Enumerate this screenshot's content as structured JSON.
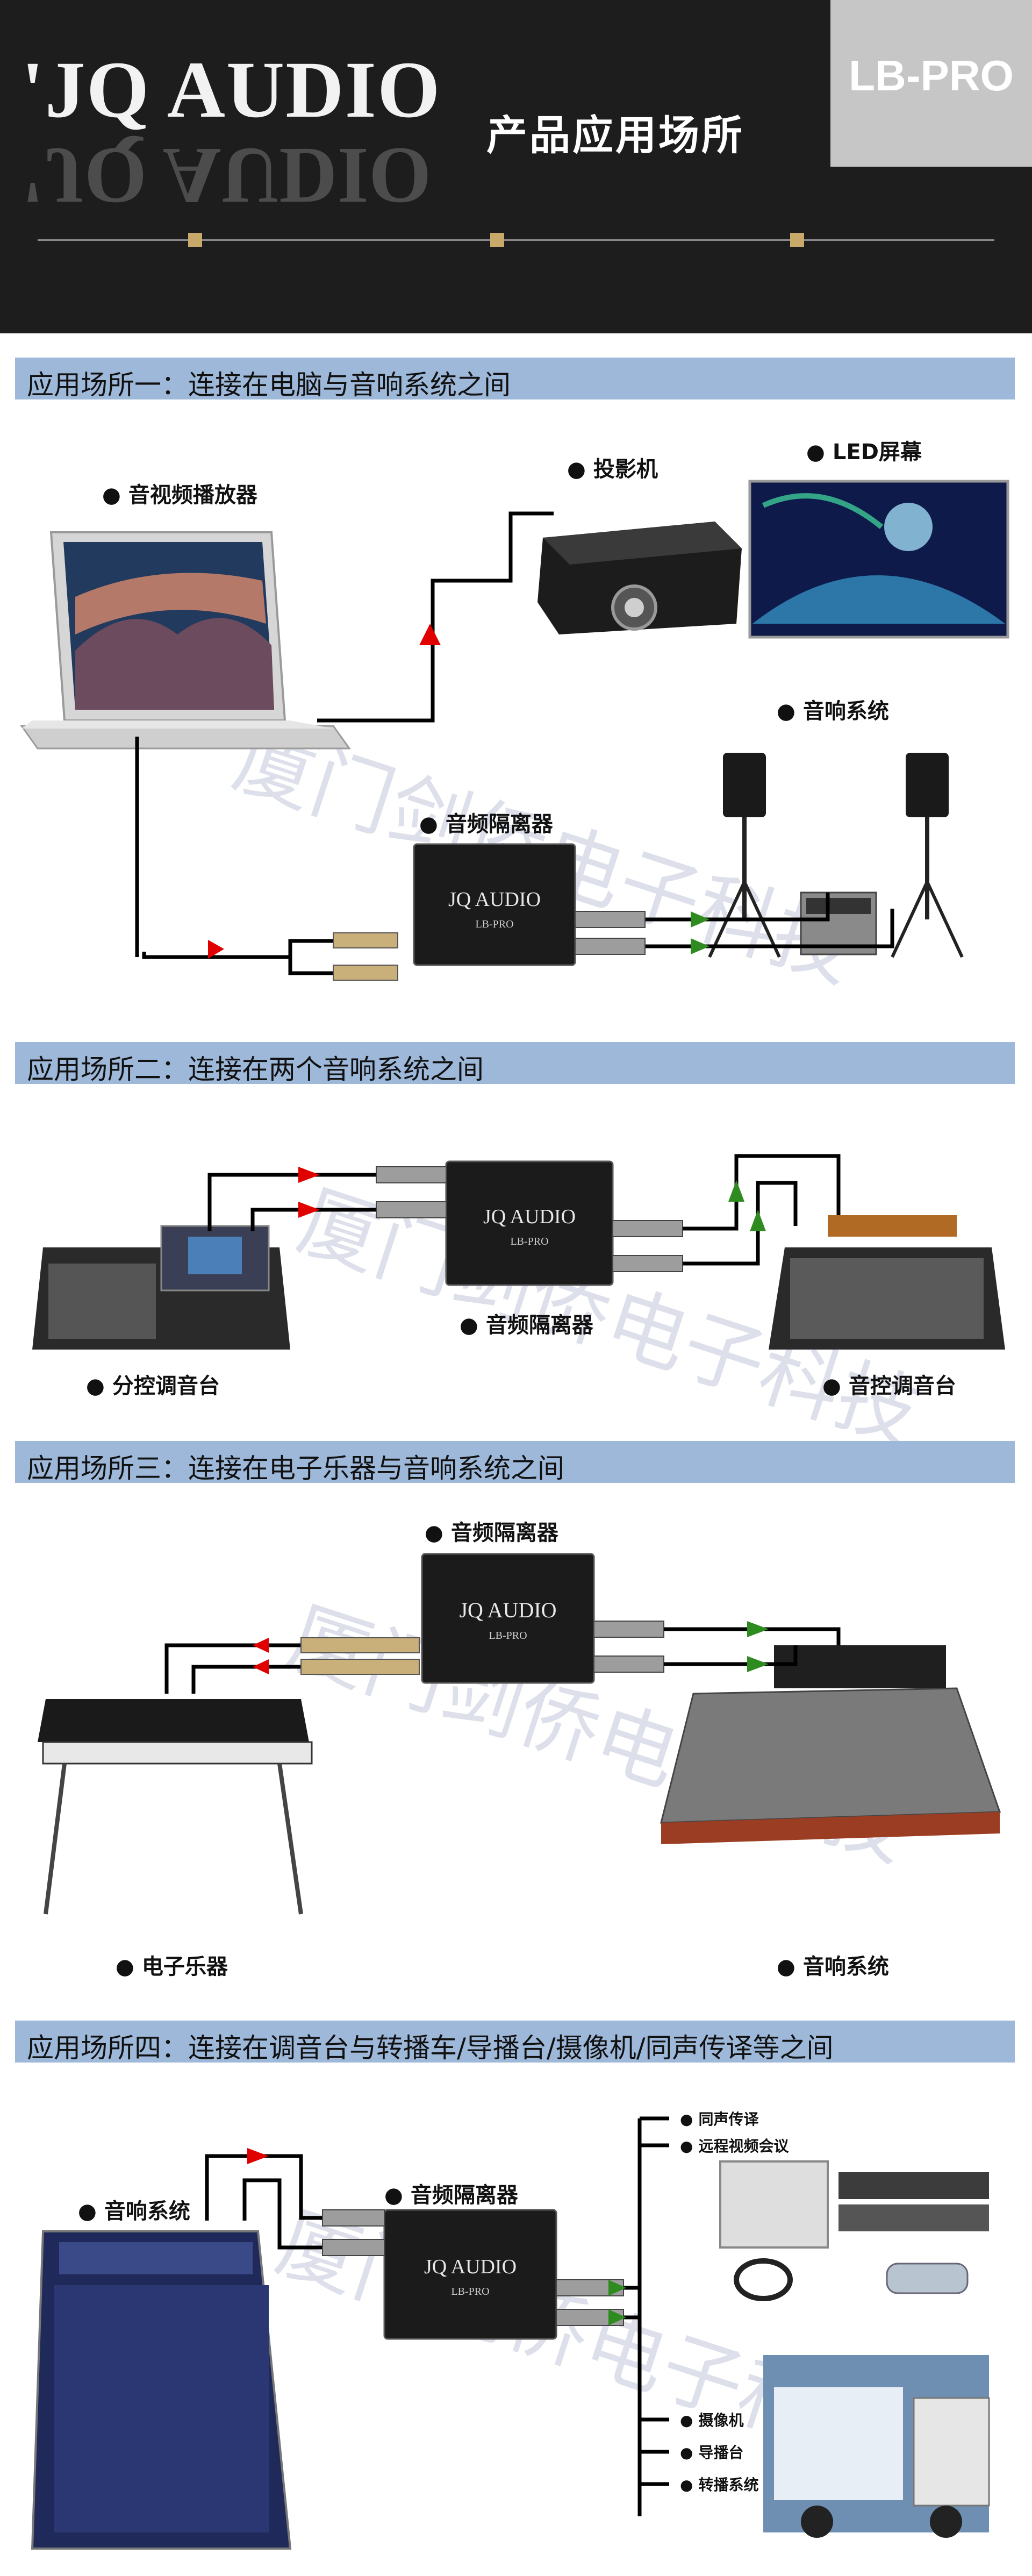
{
  "header": {
    "brand": "'JQ AUDIO",
    "title": "产品应用场所",
    "model": "LB-PRO"
  },
  "watermark": "厦门剑侨电子科技",
  "device": {
    "brand": "JQ AUDIO",
    "model": "LB-PRO"
  },
  "sections": [
    {
      "title": "应用场所一：连接在电脑与音响系统之间",
      "labels": {
        "player": "音视频播放器",
        "projector": "投影机",
        "led": "LED屏幕",
        "speakers": "音响系统",
        "isolator": "音频隔离器"
      }
    },
    {
      "title": "应用场所二：连接在两个音响系统之间",
      "labels": {
        "isolator": "音频隔离器",
        "sub_console": "分控调音台",
        "main_console": "音控调音台"
      }
    },
    {
      "title": "应用场所三：连接在电子乐器与音响系统之间",
      "labels": {
        "isolator": "音频隔离器",
        "instrument": "电子乐器",
        "speakers": "音响系统"
      }
    },
    {
      "title": "应用场所四：连接在调音台与转播车/导播台/摄像机/同声传译等之间",
      "labels": {
        "speakers": "音响系统",
        "isolator": "音频隔离器",
        "outputs": [
          "同声传译",
          "远程视频会议",
          "摄像机",
          "导播台",
          "转播系统"
        ]
      }
    }
  ]
}
